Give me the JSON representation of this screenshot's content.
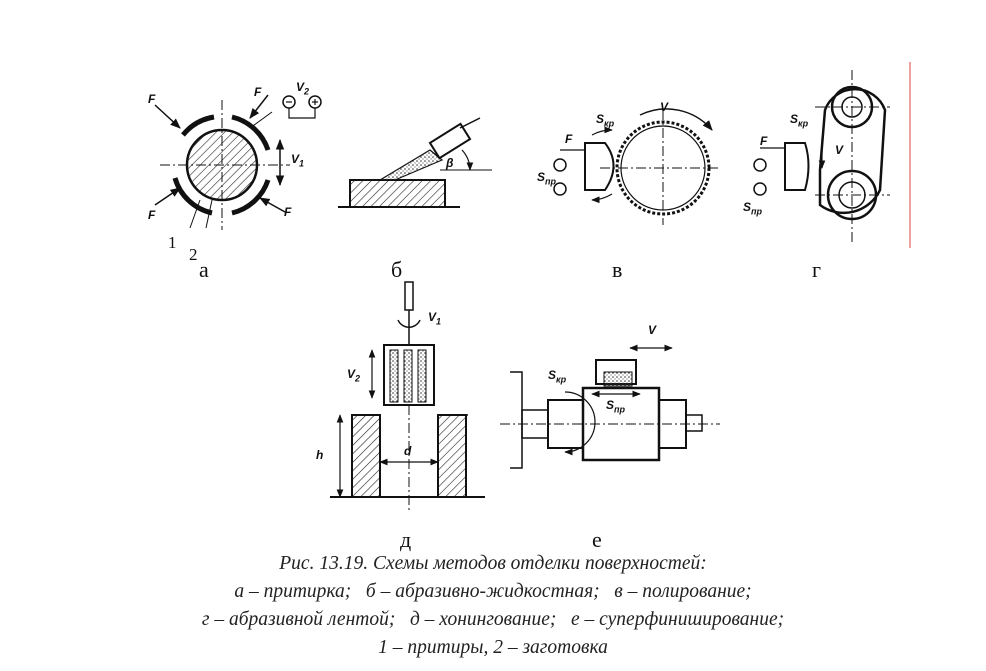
{
  "panel_letters": {
    "a": "а",
    "b": "б",
    "v": "в",
    "g": "г",
    "d": "д",
    "e": "е"
  },
  "part_numbers": {
    "lapping_tools": "1",
    "workpiece": "2"
  },
  "symbols": {
    "F": "F",
    "V1": "V",
    "V1_sub": "1",
    "V2": "V",
    "V2_sub": "2",
    "V": "V",
    "beta": "β",
    "S_kr": "S",
    "S_kr_sub": "кр",
    "S_pr": "S",
    "S_pr_sub": "пр",
    "h": "h",
    "d": "d"
  },
  "caption": {
    "line1": "Рис. 13.19. Схемы методов отделки поверхностей:",
    "line2": "а – притирка;   б – абразивно-жидкостная;   в – полирование;",
    "line3": "г – абразивной лентой;   д – хонингование;   е – суперфиниширование;",
    "line4": "1 – притиры, 2 – заготовка"
  }
}
